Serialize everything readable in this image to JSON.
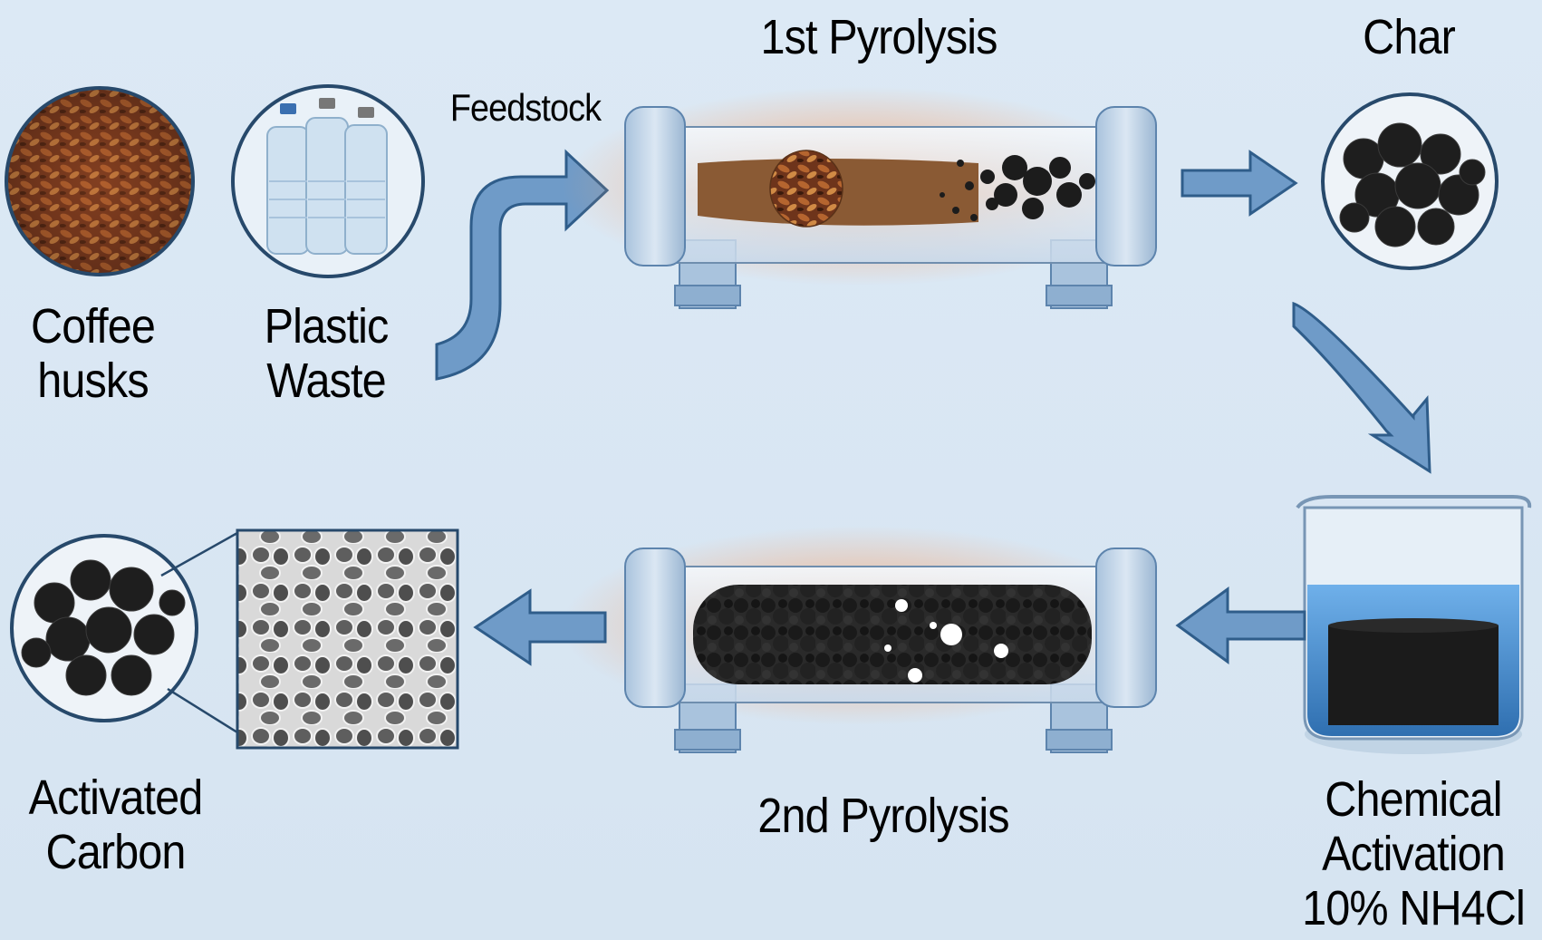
{
  "diagram": {
    "title_stage1": "1st Pyrolysis",
    "title_stage2": "2nd Pyrolysis",
    "feedstock_label": "Feedstock",
    "inputs": [
      {
        "line1": "Coffee",
        "line2": "husks"
      },
      {
        "line1": "Plastic",
        "line2": "Waste"
      }
    ],
    "char_label": "Char",
    "activation": {
      "line1": "Chemical",
      "line2": "Activation",
      "line3": "10% NH4Cl"
    },
    "product": {
      "line1": "Activated",
      "line2": "Carbon"
    },
    "colors": {
      "background": "#d9e7f3",
      "arrow": "#6f9bc8",
      "arrow_stroke": "#2f5d8a",
      "circle_stroke": "#27496b",
      "heat_glow": "#f6a26b",
      "feedstock_brown": "#8a5a34",
      "char_black": "#1c1c1c",
      "liquid_blue": "#4e94d6"
    }
  }
}
